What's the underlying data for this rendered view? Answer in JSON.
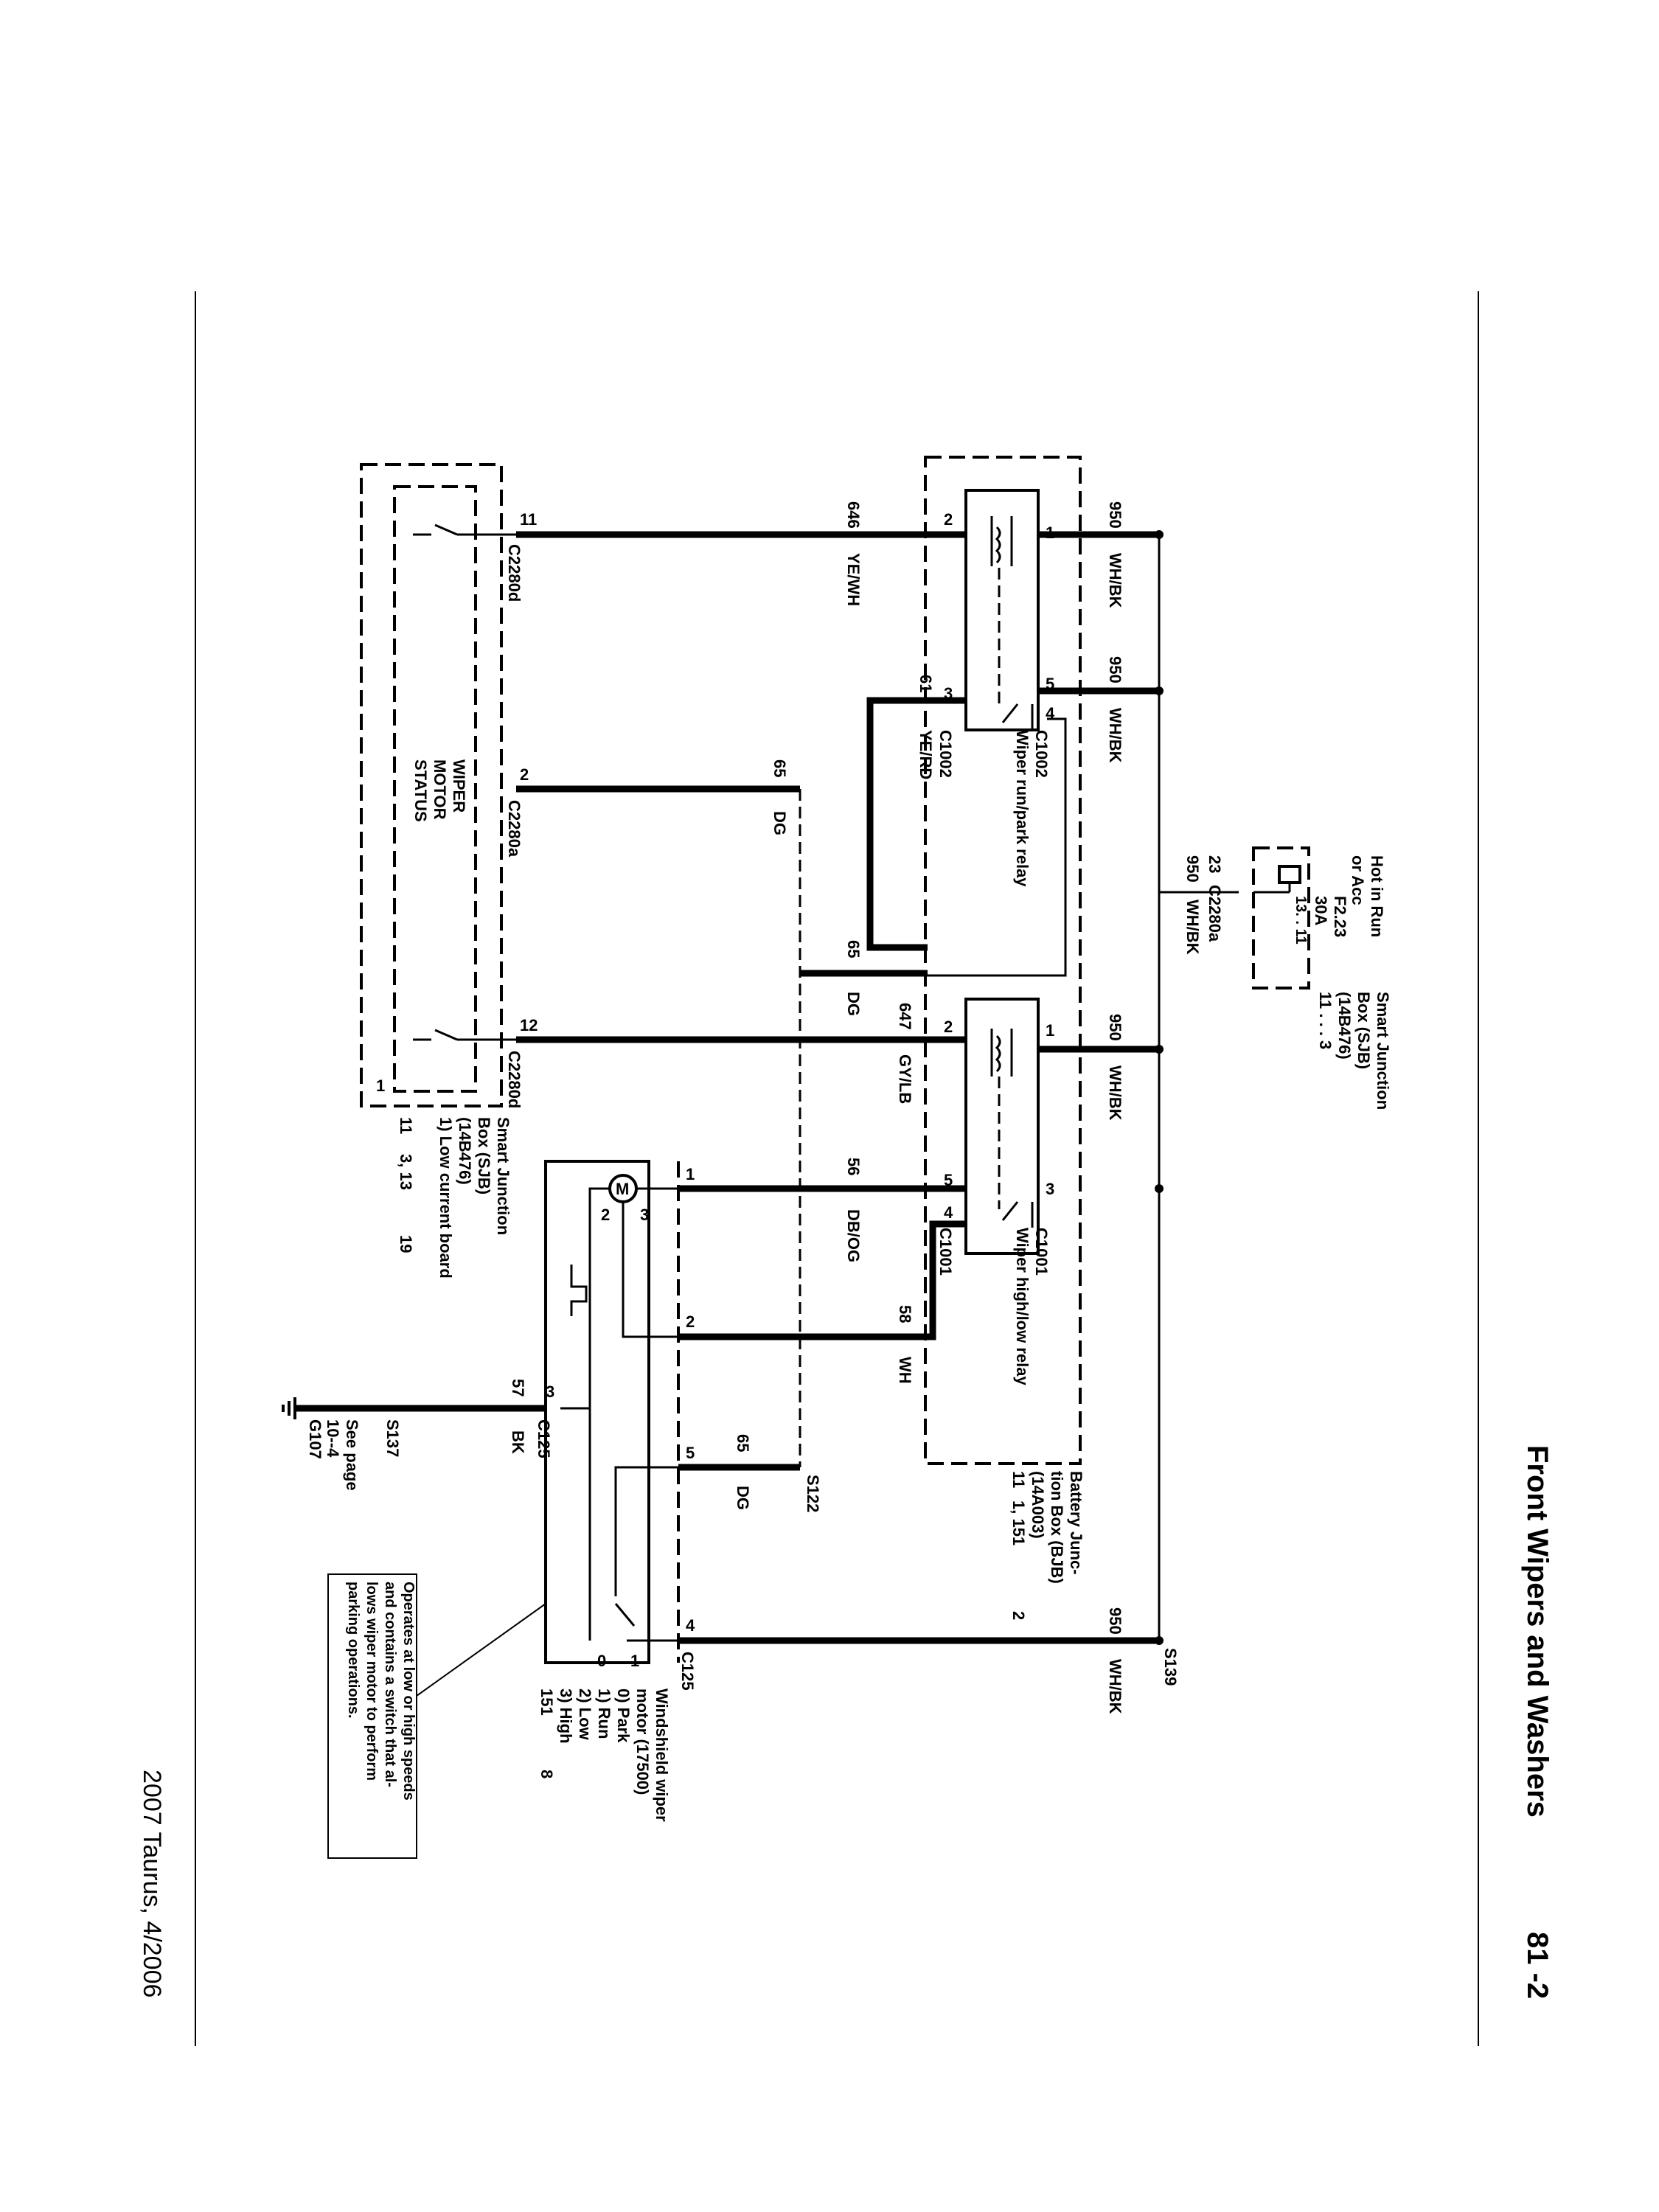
{
  "header": {
    "title": "Front Wipers and Washers",
    "page": "81 -2"
  },
  "footer": {
    "text": "2007 Taurus, 4/2006"
  },
  "sjb_top": {
    "lines": [
      "Hot in Run",
      "or Acc"
    ],
    "fuse": "F2.23",
    "amps": "30A",
    "fuse_refs": "13. . 11",
    "title": [
      "Smart Junction",
      "Box (SJB)",
      "(14B476)"
    ],
    "refs": "11 . . . 3",
    "pin": "23",
    "connector": "C2280a",
    "wire_no": "950",
    "wire_color": "WH/BK"
  },
  "relay_run": {
    "name": "Wiper run/park relay",
    "connector": "C1002",
    "pins": [
      "1",
      "2",
      "3",
      "4",
      "5"
    ]
  },
  "relay_hilo": {
    "name": "Wiper high/low relay",
    "connector": "C1001",
    "pins": [
      "1",
      "2",
      "3",
      "4",
      "5"
    ]
  },
  "bjb": {
    "title": [
      "Battery Junc-",
      "tion Box (BJB)",
      "(14A003)"
    ],
    "refs": [
      "11",
      "1, 151",
      "2"
    ]
  },
  "wires": {
    "w950a": {
      "no": "950",
      "color": "WH/BK"
    },
    "w950b": {
      "no": "950",
      "color": "WH/BK"
    },
    "w950c": {
      "no": "950",
      "color": "WH/BK"
    },
    "w950d": {
      "no": "950",
      "color": "WH/BK"
    },
    "w646": {
      "no": "646",
      "color": "YE/WH"
    },
    "w61": {
      "no": "61",
      "color": "YE/RD"
    },
    "w65a": {
      "no": "65",
      "color": "DG"
    },
    "w65b": {
      "no": "65",
      "color": "DG"
    },
    "w65c": {
      "no": "65",
      "color": "DG"
    },
    "w647": {
      "no": "647",
      "color": "GY/LB"
    },
    "w56": {
      "no": "56",
      "color": "DB/OG"
    },
    "w58": {
      "no": "58",
      "color": "WH"
    },
    "w57": {
      "no": "57",
      "color": "BK"
    }
  },
  "sjb_bottom": {
    "title": [
      "Smart Junction",
      "Box (SJB)",
      "(14B476)"
    ],
    "sub": "1) Low current board",
    "refs": [
      "11",
      "3, 13",
      "19"
    ],
    "status": [
      "WIPER",
      "MOTOR",
      "STATUS"
    ],
    "pin11": "11",
    "pin2": "2",
    "pin12": "12",
    "pin1": "1",
    "c_11": "C2280d",
    "c_2": "C2280a",
    "c_12": "C2280d"
  },
  "motor": {
    "title": [
      "Windshield wiper",
      "motor (17500)"
    ],
    "modes": [
      "0) Park",
      "1) Run",
      "2) Low",
      "3) High"
    ],
    "refs": [
      "151",
      "8"
    ],
    "connector": "C125",
    "pins": [
      "1",
      "2",
      "3",
      "4",
      "5"
    ],
    "m": "M",
    "switch_pos": [
      "1",
      "0"
    ],
    "motor_pins": [
      "3",
      "2"
    ]
  },
  "splices": {
    "s122": "S122",
    "s137": "S137",
    "s139": "S139"
  },
  "ground": {
    "see": [
      "See page",
      "10--4"
    ],
    "id": "G107"
  },
  "note": [
    "Operates at low or high speeds",
    "and contains a switch that al-",
    "lows wiper motor to perform",
    "parking operations."
  ]
}
